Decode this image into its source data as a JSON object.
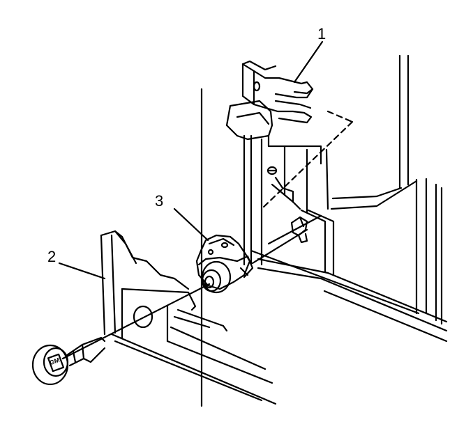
{
  "callouts": {
    "one": "1",
    "two": "2",
    "three": "3"
  },
  "key_logo": "GM",
  "colors": {
    "ink": "#000000",
    "paper": "#ffffff"
  }
}
